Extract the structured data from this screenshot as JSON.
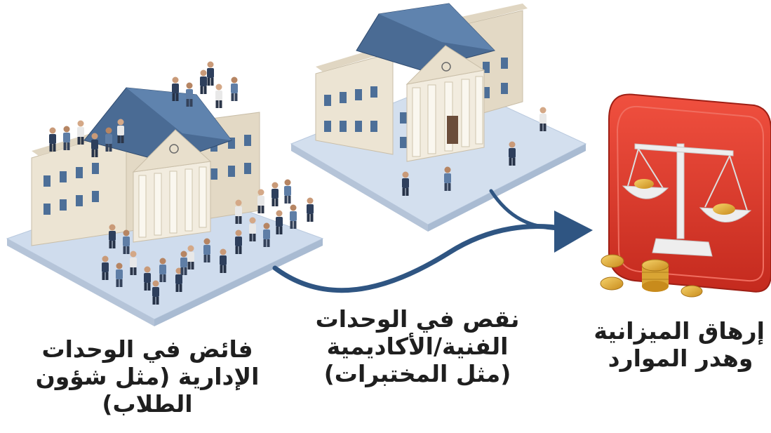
{
  "captions": {
    "surplus": [
      "فائض في الوحدات",
      "الإدارية (مثل شؤون",
      "الطلاب)"
    ],
    "shortage": [
      "نقص في الوحدات",
      "الفنية/الأكاديمية",
      "(مثل المختبرات)"
    ],
    "outcome": [
      "إرهاق الميزانية",
      "وهدر الموارد"
    ]
  },
  "colors": {
    "roof": "#4a6b94",
    "wall": "#ece4d3",
    "platform": "#d3dfee",
    "arrow": "#2f5582",
    "sign": "#e03a2c",
    "coin": "#e2b33c"
  },
  "icons": [
    "balance-scale-icon",
    "coin-stack-icon",
    "curved-arrow-icon"
  ]
}
